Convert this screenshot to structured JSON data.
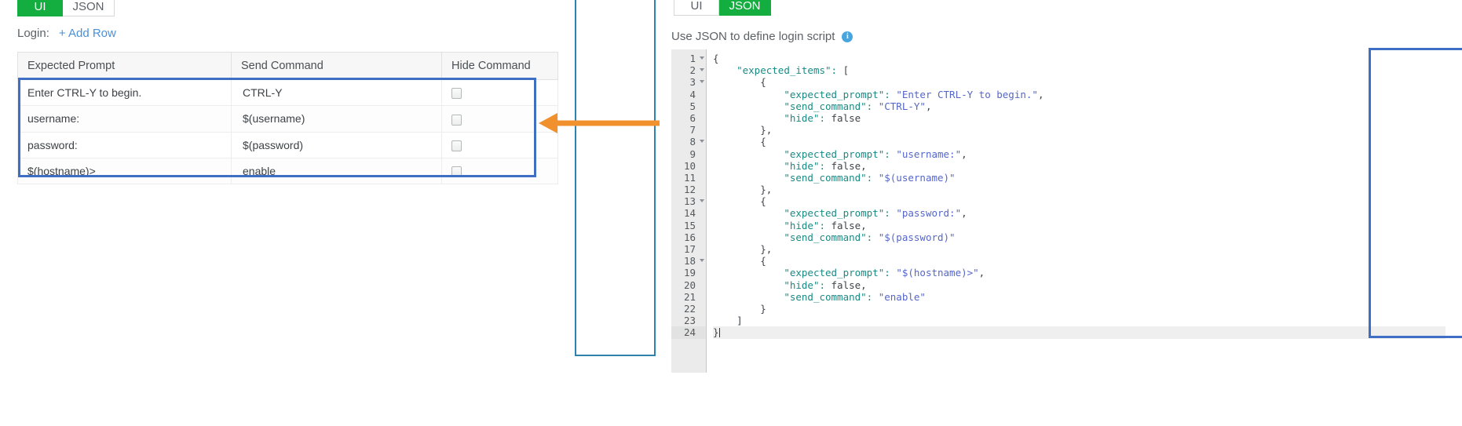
{
  "left_panel": {
    "tabs": [
      {
        "label": "UI",
        "active": true
      },
      {
        "label": "JSON",
        "active": false
      }
    ],
    "login_label": "Login:",
    "add_row_label": "+ Add Row",
    "table": {
      "columns": [
        "Expected Prompt",
        "Send Command",
        "Hide Command"
      ],
      "rows": [
        {
          "expected_prompt": "Enter CTRL-Y to begin.",
          "send_command": "CTRL-Y",
          "hide_checked": false
        },
        {
          "expected_prompt": "username:",
          "send_command": "$(username)",
          "hide_checked": false
        },
        {
          "expected_prompt": "password:",
          "send_command": "$(password)",
          "hide_checked": false
        },
        {
          "expected_prompt": "$(hostname)>",
          "send_command": "enable",
          "hide_checked": false
        }
      ]
    }
  },
  "right_panel": {
    "tabs": [
      {
        "label": "UI",
        "active": false
      },
      {
        "label": "JSON",
        "active": true
      }
    ],
    "caption": "Use JSON to define login script",
    "info_icon": "info-icon",
    "editor": {
      "line_numbers": [
        "1",
        "2",
        "3",
        "4",
        "5",
        "6",
        "7",
        "8",
        "9",
        "10",
        "11",
        "12",
        "13",
        "14",
        "15",
        "16",
        "17",
        "18",
        "19",
        "20",
        "21",
        "22",
        "23",
        "24"
      ],
      "folded_lines": [
        1,
        2,
        3,
        8,
        13,
        18
      ],
      "active_line": 24,
      "lines": [
        "{",
        "    \"expected_items\": [",
        "        {",
        "            \"expected_prompt\": \"Enter CTRL-Y to begin.\",",
        "            \"send_command\": \"CTRL-Y\",",
        "            \"hide\": false",
        "        },",
        "        {",
        "            \"expected_prompt\": \"username:\",",
        "            \"hide\": false,",
        "            \"send_command\": \"$(username)\"",
        "        },",
        "        {",
        "            \"expected_prompt\": \"password:\",",
        "            \"hide\": false,",
        "            \"send_command\": \"$(password)\"",
        "        },",
        "        {",
        "            \"expected_prompt\": \"$(hostname)>\",",
        "            \"hide\": false,",
        "            \"send_command\": \"enable\"",
        "        }",
        "    ]",
        "}"
      ]
    }
  },
  "colors": {
    "tab_active": "#14ad3f",
    "link": "#4a90d9",
    "selection_outline": "#3f6fc4",
    "arrow": "#f0912d",
    "divider": "#2e83ad",
    "json_key": "#1a8a84",
    "json_string": "#5566c9",
    "json_boolean": "#4a5fd6"
  }
}
